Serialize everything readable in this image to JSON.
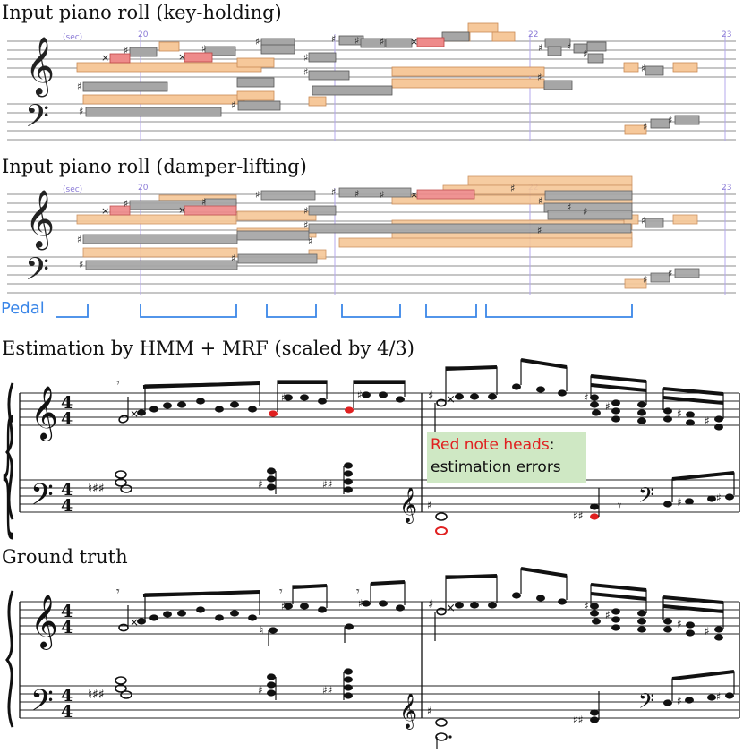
{
  "titles": {
    "key_holding": "Input piano roll (key-holding)",
    "damper_lifting": "Input piano roll (damper-lifting)",
    "estimation": "Estimation by HMM + MRF (scaled by 4/3)",
    "ground_truth": "Ground truth"
  },
  "pedal_label": "Pedal",
  "time_markers": [
    "(sec)",
    "20",
    "22",
    "23"
  ],
  "callout": {
    "highlight": "Red note heads",
    "colon": ":",
    "rest": "estimation errors"
  },
  "score": {
    "time_signature_top": "4",
    "time_signature_bottom": "4"
  },
  "colors": {
    "orange_note": "#f6c89a",
    "gray_note": "#a6a6a6",
    "red_note": "#ee8a8a",
    "marker_line": "#b5a8ee",
    "pedal_blue": "#3a86e8",
    "error_red": "#e02020",
    "callout_bg": "#cfe8c4"
  }
}
